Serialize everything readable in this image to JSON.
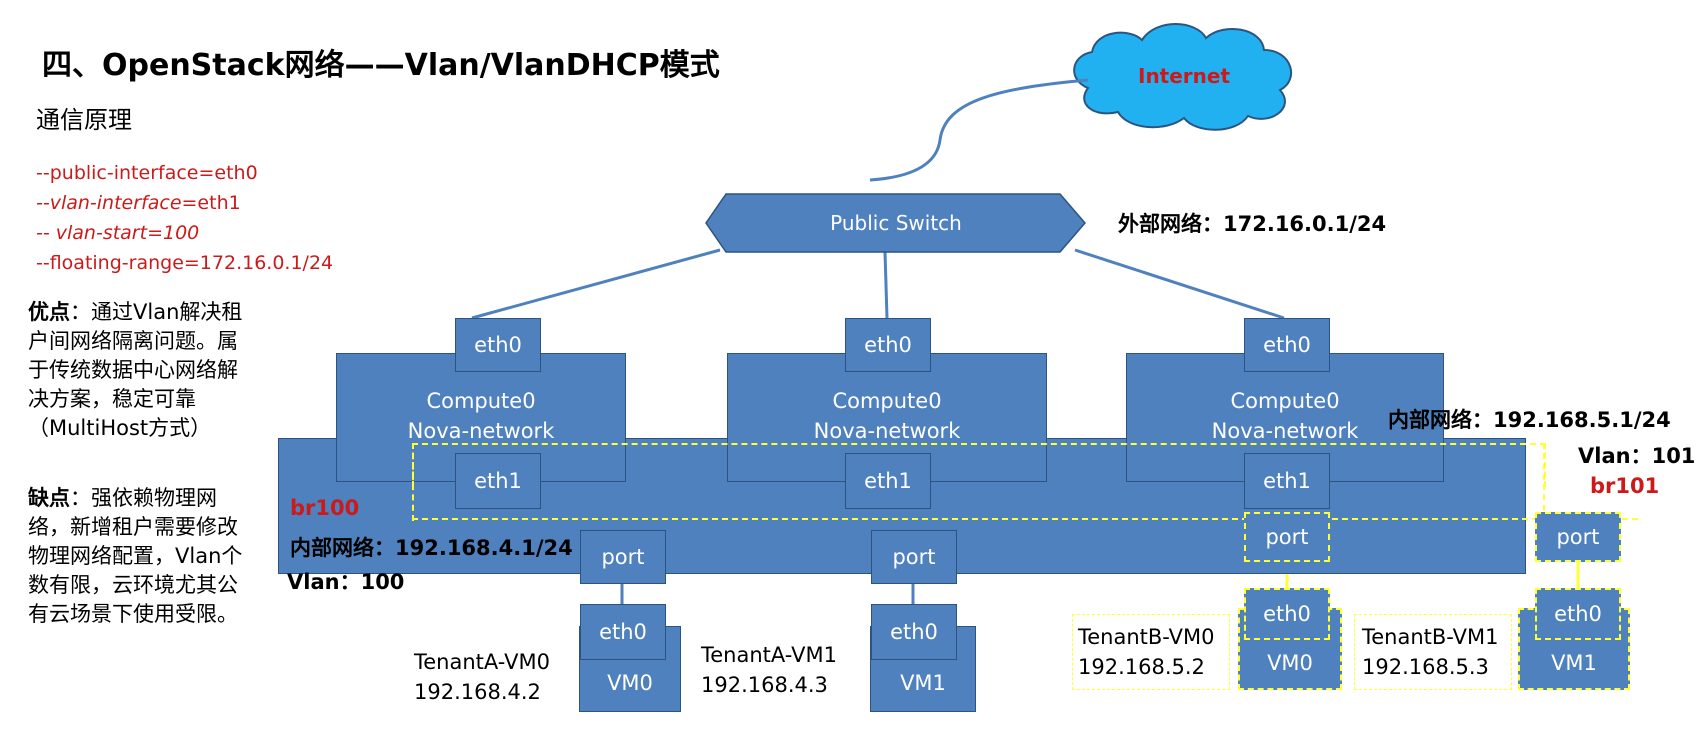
{
  "title": "四、OpenStack网络——Vlan/VlanDHCP模式",
  "subtitle": "通信原理",
  "config": {
    "l1_prefix": "--public-interface=eth0",
    "l2_italic": "--vlan-interface",
    "l2_rest": "=eth1",
    "l3_italic": "-- vlan-start=100",
    "l4_prefix": "--floating-range=172.16.0.1/24"
  },
  "pros": {
    "label": "优点",
    "text": "：通过Vlan解决租户间网络隔离问题。属于传统数据中心网络解决方案，稳定可靠（MultiHost方式）"
  },
  "cons": {
    "label": "缺点",
    "text": "：强依赖物理网络，新增租户需要修改物理网络配置，Vlan个数有限，云环境尤其公有云场景下使用受限。"
  },
  "internet": {
    "label": "Internet"
  },
  "public_switch": {
    "label": "Public Switch"
  },
  "external_net": {
    "label": "外部网络：",
    "value": "172.16.0.1/24"
  },
  "nodes": [
    {
      "eth0": "eth0",
      "line1": "Compute0",
      "line2": "Nova-network",
      "eth1": "eth1"
    },
    {
      "eth0": "eth0",
      "line1": "Compute0",
      "line2": "Nova-network",
      "eth1": "eth1"
    },
    {
      "eth0": "eth0",
      "line1": "Compute0",
      "line2": "Nova-network",
      "eth1": "eth1"
    }
  ],
  "br100": {
    "name": "br100",
    "net_label": "内部网络：",
    "net_value": "192.168.4.1/24",
    "vlan_label": "Vlan：",
    "vlan_value": "100"
  },
  "br101": {
    "name": "br101",
    "net_label": "内部网络：",
    "net_value": "192.168.5.1/24",
    "vlan_label": "Vlan：",
    "vlan_value": "101"
  },
  "ports": [
    "port",
    "port",
    "port",
    "port"
  ],
  "vms": [
    {
      "eth": "eth0",
      "name": "VM0",
      "tenant": "TenantA-VM0",
      "ip": "192.168.4.2"
    },
    {
      "eth": "eth0",
      "name": "VM1",
      "tenant": "TenantA-VM1",
      "ip": "192.168.4.3"
    },
    {
      "eth": "eth0",
      "name": "VM0",
      "tenant": "TenantB-VM0",
      "ip": "192.168.5.2"
    },
    {
      "eth": "eth0",
      "name": "VM1",
      "tenant": "TenantB-VM1",
      "ip": "192.168.5.3"
    }
  ],
  "colors": {
    "box_fill": "#4e81bd",
    "box_border": "#2d5480",
    "cloud": "#22b1f0",
    "highlight": "#ffff33",
    "red": "#cc1a1a"
  }
}
